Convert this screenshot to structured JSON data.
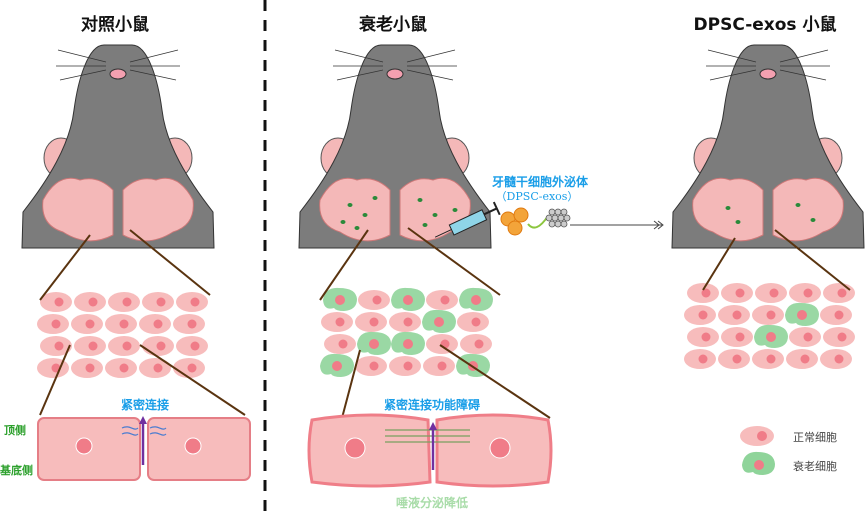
{
  "titles": {
    "control": "对照小鼠",
    "aged": "衰老小鼠",
    "treated": "DPSC-exos 小鼠"
  },
  "labels": {
    "tight_junction": "紧密连接",
    "tj_dysfunction": "紧密连接功能障碍",
    "apical": "顶侧",
    "basal": "基底侧",
    "saliva_reduced": "唾液分泌降低",
    "dpsc_name": "牙髓干细胞外泌体",
    "dpsc_abbr": "（DPSC-exos）"
  },
  "legend": {
    "normal": "正常细胞",
    "senescent": "衰老细胞"
  },
  "colors": {
    "gray": "#7c7c7c",
    "pink": "#f4b8b8",
    "nucleus": "#f07c88",
    "senescent": "#8fd49a",
    "junction_purple": "#7030a0",
    "text_blue": "#1a9ee8"
  }
}
